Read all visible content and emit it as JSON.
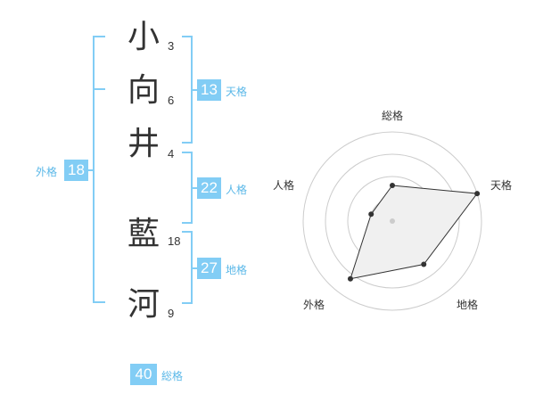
{
  "name_chars": [
    {
      "char": "小",
      "strokes": "3"
    },
    {
      "char": "向",
      "strokes": "6"
    },
    {
      "char": "井",
      "strokes": "4"
    },
    {
      "char": "藍",
      "strokes": "18"
    },
    {
      "char": "河",
      "strokes": "9"
    }
  ],
  "scores": {
    "tenkaku": {
      "value": "13",
      "label": "天格"
    },
    "jinkaku": {
      "value": "22",
      "label": "人格"
    },
    "chikaku": {
      "value": "27",
      "label": "地格"
    },
    "gaikaku": {
      "value": "18",
      "label": "外格"
    },
    "soukaku": {
      "value": "40",
      "label": "総格"
    }
  },
  "colors": {
    "accent": "#82cdf5",
    "label": "#5bb8e8",
    "radar_fill": "#f0f0f0",
    "ring": "#cccccc"
  },
  "chart_data": {
    "type": "radar",
    "axes": [
      "総格",
      "天格",
      "地格",
      "外格",
      "人格"
    ],
    "values": [
      0.4,
      1.0,
      0.6,
      0.8,
      0.25
    ],
    "rings": 4
  }
}
